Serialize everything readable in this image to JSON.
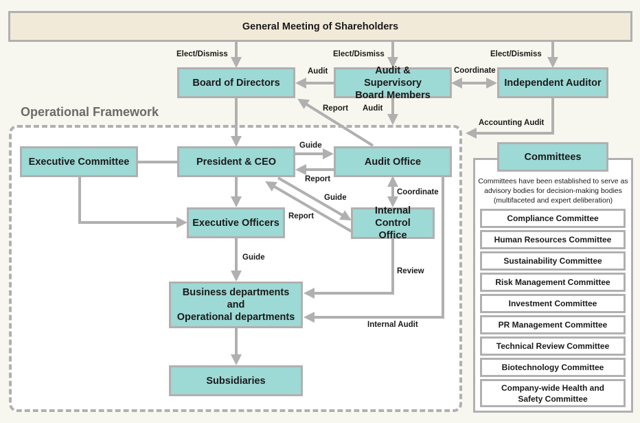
{
  "diagram": {
    "shareholders": "General Meeting of Shareholders",
    "board": "Board of Directors",
    "audit_supervisory": "Audit & Supervisory Board Members",
    "independent_auditor": "Independent Auditor",
    "framework_title": "Operational Framework",
    "executive_committee": "Executive Committee",
    "president": "President & CEO",
    "audit_office": "Audit Office",
    "executive_officers": "Executive Officers",
    "internal_control": "Internal Control Office",
    "business_depts_line1": "Business departments",
    "business_depts_line2": "and",
    "business_depts_line3": "Operational departments",
    "subsidiaries": "Subsidiaries"
  },
  "labels": {
    "elect1": "Elect/Dismiss",
    "elect2": "Elect/Dismiss",
    "elect3": "Elect/Dismiss",
    "audit_board": "Audit",
    "coordinate_top": "Coordinate",
    "report_audit_office": "Report",
    "audit_down": "Audit",
    "accounting_audit": "Accounting Audit",
    "guide_audit_office": "Guide",
    "report_president": "Report",
    "guide_internal": "Guide",
    "report_internal": "Report",
    "coordinate_mid": "Coordinate",
    "guide_exec": "Guide",
    "review": "Review",
    "internal_audit": "Internal Audit"
  },
  "committees": {
    "title": "Committees",
    "description": "Committees have been established to serve as advisory bodies for decision-making bodies (multifaceted and expert deliberation)",
    "items": [
      "Compliance Committee",
      "Human Resources Committee",
      "Sustainability Committee",
      "Risk Management Committee",
      "Investment Committee",
      "PR Management Committee",
      "Technical Review Committee",
      "Biotechnology Committee",
      "Company-wide Health and Safety Committee"
    ]
  },
  "colors": {
    "box_fill": "#9dd9d5",
    "shareholders_fill": "#f2ead8",
    "connector": "#b0b0b0",
    "background": "#f8f7ef"
  }
}
